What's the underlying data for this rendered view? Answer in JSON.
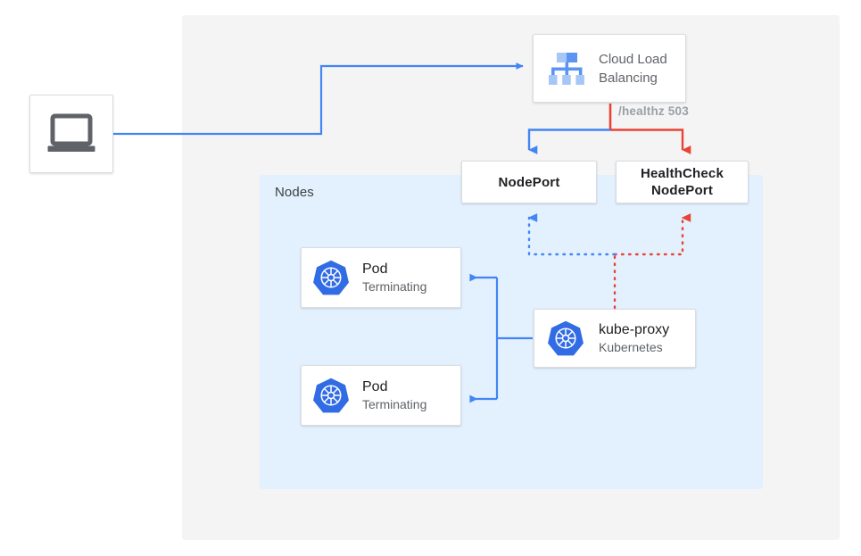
{
  "diagram": {
    "title": "Kubernetes NodePort health check failover diagram",
    "nodes_panel": {
      "label": "Nodes"
    },
    "client": {
      "icon": "laptop-icon",
      "label": ""
    },
    "load_balancer": {
      "icon": "cloud-load-balancing-icon",
      "label_line1": "Cloud Load",
      "label_line2": "Balancing"
    },
    "nodeport": {
      "label": "NodePort"
    },
    "healthcheck_nodeport": {
      "label_line1": "HealthCheck",
      "label_line2": "NodePort"
    },
    "pods": [
      {
        "icon": "kubernetes-icon",
        "title": "Pod",
        "status": "Terminating"
      },
      {
        "icon": "kubernetes-icon",
        "title": "Pod",
        "status": "Terminating"
      }
    ],
    "kube_proxy": {
      "icon": "kubernetes-icon",
      "title": "kube-proxy",
      "subtitle": "Kubernetes"
    },
    "edges": {
      "healthz_label": "/healthz 503"
    },
    "colors": {
      "blue": "#4285f4",
      "red": "#ea4335",
      "panel_gray": "#f4f4f4",
      "panel_blue": "#e3f0fd",
      "card_border": "#dadce0",
      "text_primary": "#202124",
      "text_secondary": "#5f6368",
      "text_muted": "#9aa0a6",
      "kubernetes_blue": "#326ce5"
    }
  }
}
